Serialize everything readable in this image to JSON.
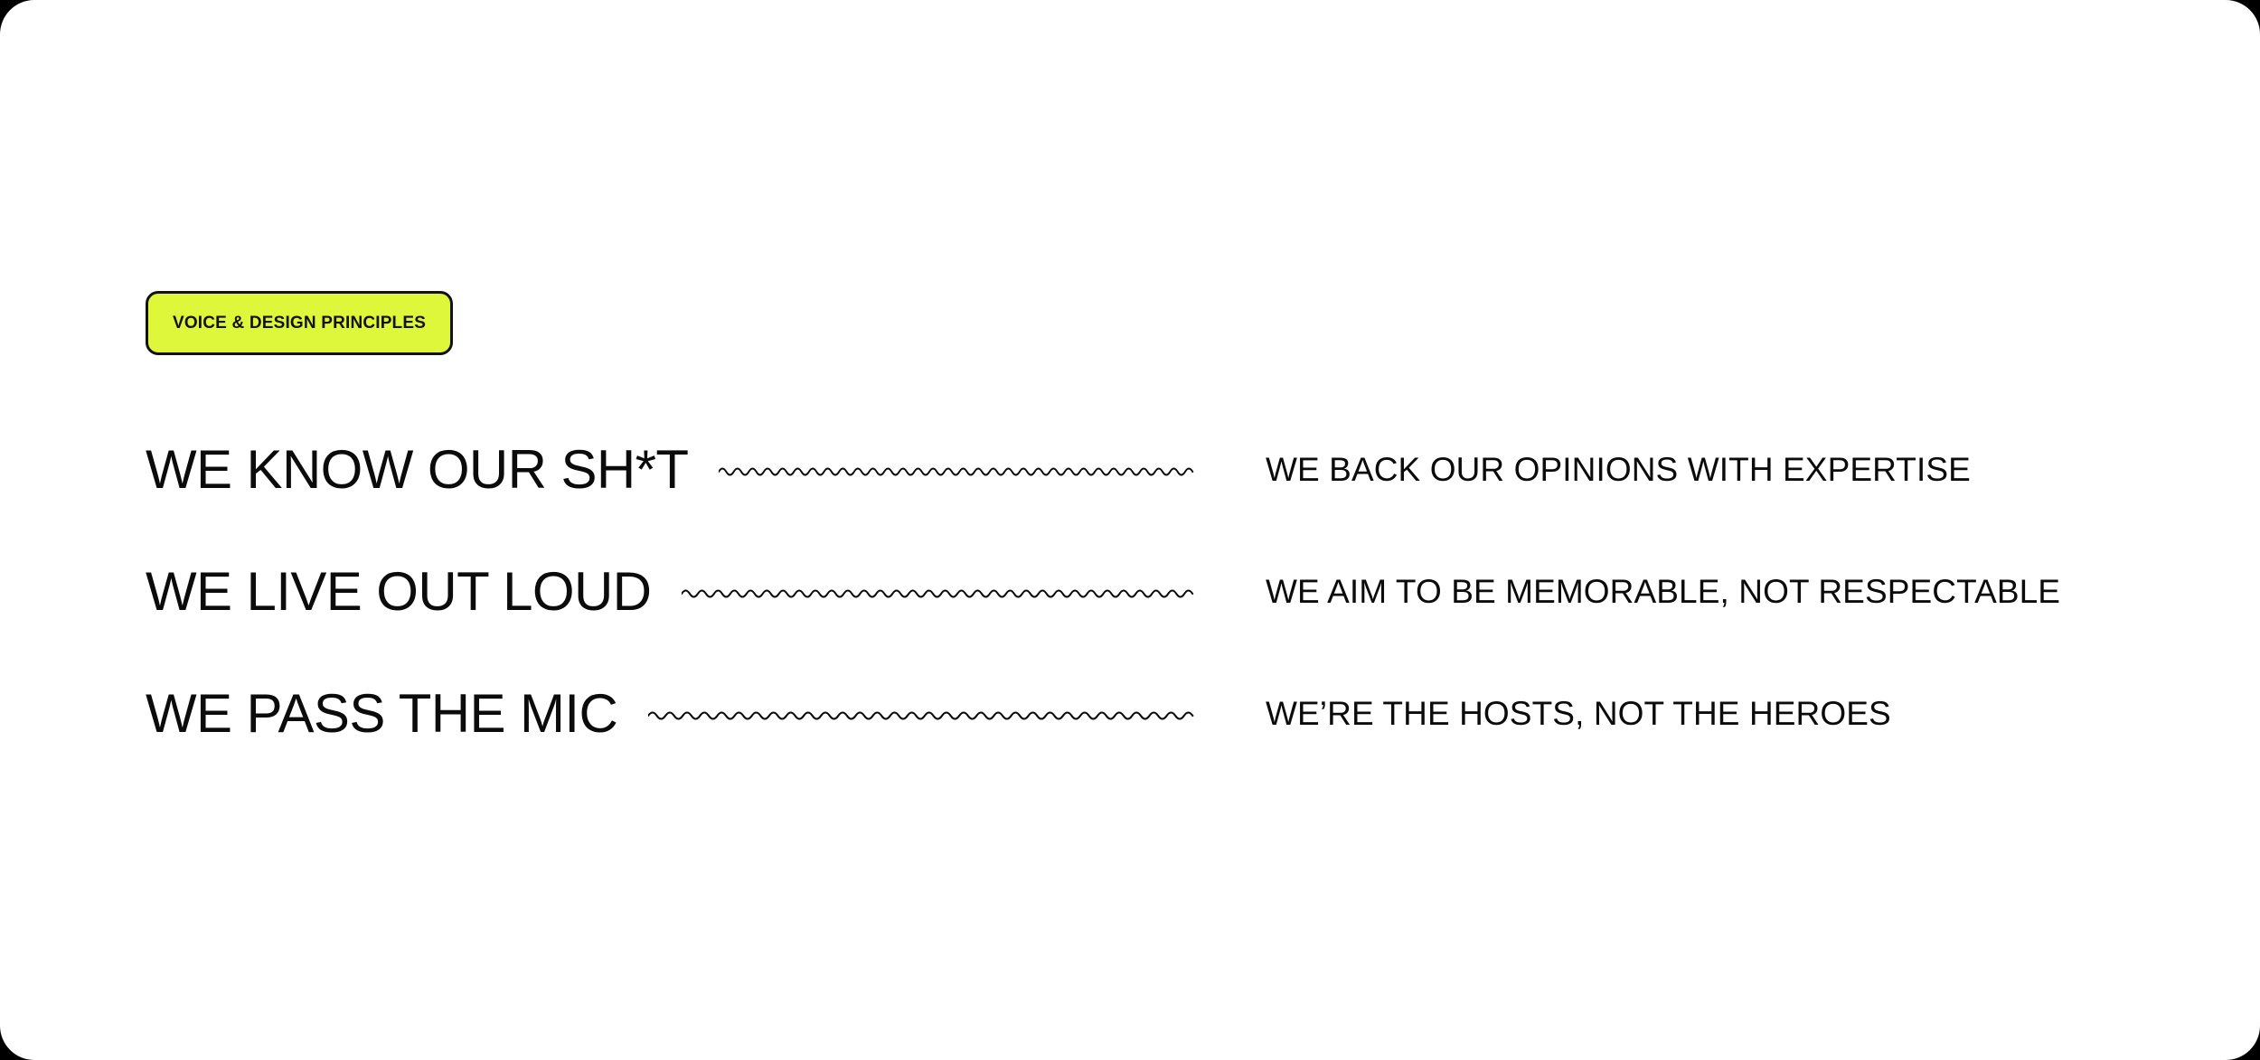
{
  "page": {
    "background_color": "#000000",
    "card_background_color": "#ffffff",
    "text_color": "#0b0b0b"
  },
  "badge": {
    "label": "VOICE & DESIGN PRINCIPLES",
    "fill_color": "#DFF73A",
    "border_color": "#14120f"
  },
  "principles": [
    {
      "title": "WE KNOW OUR SH*T",
      "connector": "wavy-line",
      "description": "WE BACK OUR OPINIONS WITH EXPERTISE"
    },
    {
      "title": "WE LIVE OUT LOUD",
      "connector": "wavy-line",
      "description": "WE AIM TO BE MEMORABLE, NOT RESPECTABLE"
    },
    {
      "title": "WE PASS THE MIC",
      "connector": "wavy-line",
      "description": "WE’RE THE HOSTS, NOT THE HEROES"
    }
  ]
}
